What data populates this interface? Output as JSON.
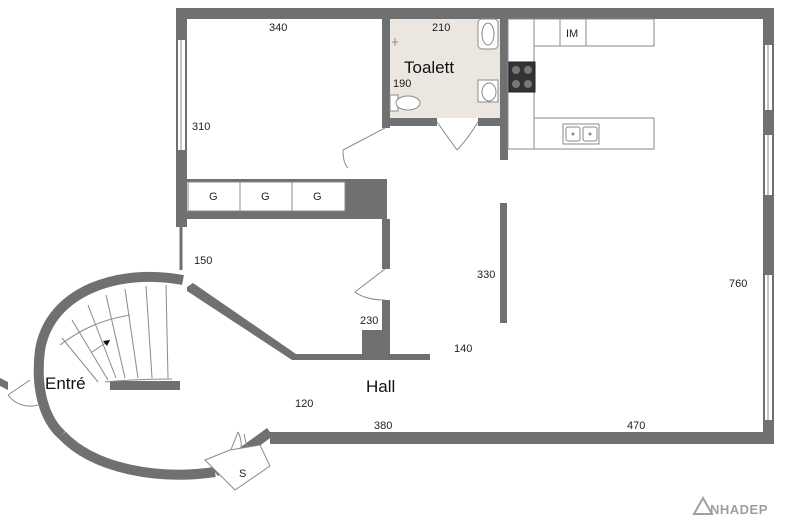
{
  "rooms": {
    "toalett": "Toalett",
    "entre": "Entré",
    "hall": "Hall"
  },
  "dimensions": {
    "d340": "340",
    "d210": "210",
    "d190": "190",
    "d310": "310",
    "d150": "150",
    "d230": "230",
    "d330": "330",
    "d760": "760",
    "d140": "140",
    "d120": "120",
    "d380": "380",
    "d470": "470"
  },
  "fixtures": {
    "im": "IM",
    "g1": "G",
    "g2": "G",
    "g3": "G",
    "s": "S"
  },
  "watermark": "NHADEP",
  "colors": {
    "wall": "#6f7071",
    "toilet_floor": "#ece6e0"
  }
}
